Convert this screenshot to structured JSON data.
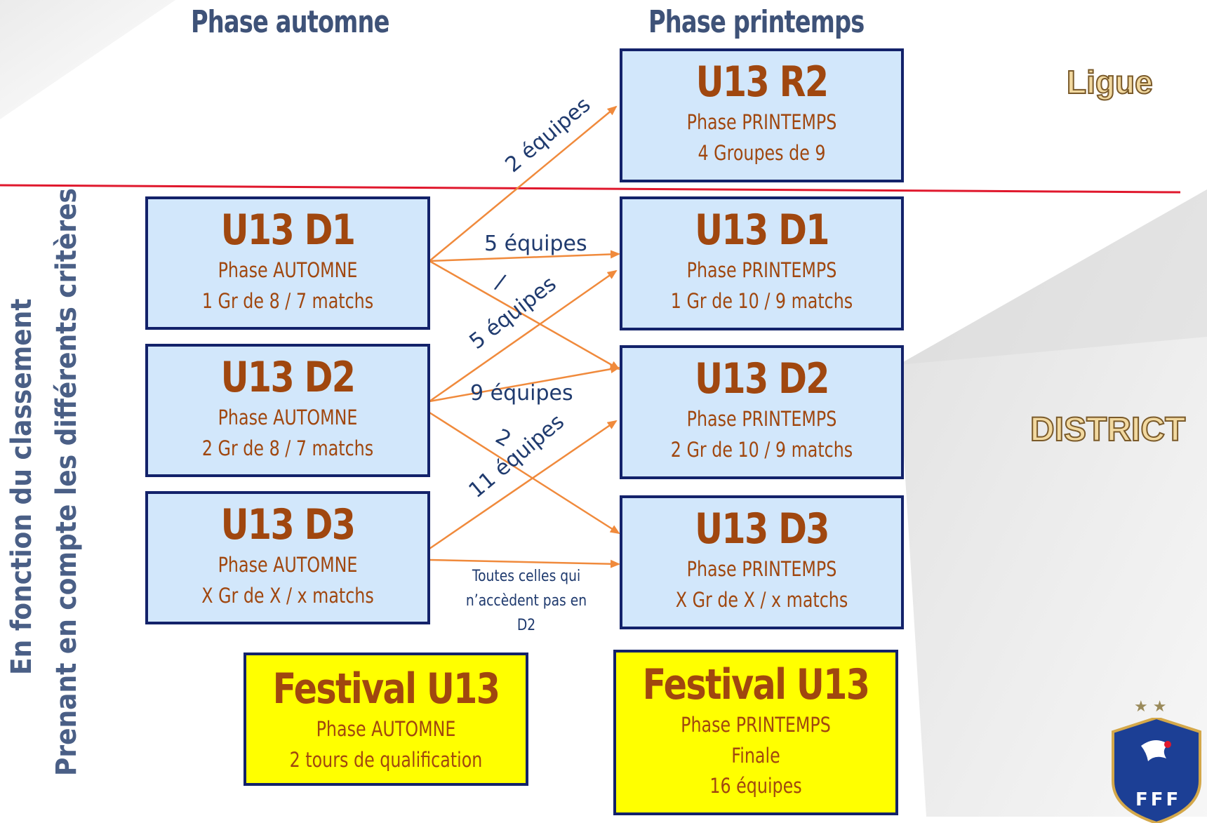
{
  "headers": {
    "autumn": "Phase automne",
    "spring": "Phase printemps"
  },
  "levels": {
    "ligue": "Ligue",
    "district": "DISTRICT"
  },
  "side_text": {
    "line1": "En fonction du classement",
    "line2": "Prenant en compte les différents critères"
  },
  "autumn_boxes": [
    {
      "title": "U13 D1",
      "line1": "Phase AUTOMNE",
      "line2": "1 Gr de 8 / 7 matchs"
    },
    {
      "title": "U13 D2",
      "line1": "Phase AUTOMNE",
      "line2": "2 Gr de 8 / 7 matchs"
    },
    {
      "title": "U13 D3",
      "line1": "Phase AUTOMNE",
      "line2": "X Gr de X / x matchs"
    }
  ],
  "spring_boxes": [
    {
      "title": "U13 R2",
      "line1": "Phase PRINTEMPS",
      "line2": "4 Groupes de 9"
    },
    {
      "title": "U13 D1",
      "line1": "Phase PRINTEMPS",
      "line2": "1 Gr de 10 / 9 matchs"
    },
    {
      "title": "U13 D2",
      "line1": "Phase PRINTEMPS",
      "line2": "2 Gr de 10 / 9 matchs"
    },
    {
      "title": "U13 D3",
      "line1": "Phase PRINTEMPS",
      "line2": "X Gr de X / x matchs"
    }
  ],
  "festival_autumn": {
    "title": "Festival U13",
    "line1": "Phase AUTOMNE",
    "line2": "2 tours de qualification"
  },
  "festival_spring": {
    "title": "Festival U13",
    "line1": "Phase PRINTEMPS",
    "line2": "Finale",
    "line3": "16 équipes"
  },
  "arrow_labels": {
    "to_r2": "2 équipes",
    "d1_to_d1": "5 équipes",
    "slash1": "/",
    "d2_to_d1": "5  équipes",
    "d2_to_d2": "9 équipes",
    "slash2": "2",
    "d3_to_d2": "11 équipes",
    "d3_to_d3_line1": "Toutes celles qui",
    "d3_to_d3_line2": "n’accèdent pas en D2"
  },
  "logo": {
    "text": "FFF",
    "stars": "★ ★"
  },
  "colors": {
    "box_fill": "#d2e7fb",
    "box_border": "#13226a",
    "title_brown": "#a0470f",
    "arrow": "#f08a3c",
    "divider": "#e0182d",
    "festival": "#ffff00"
  }
}
